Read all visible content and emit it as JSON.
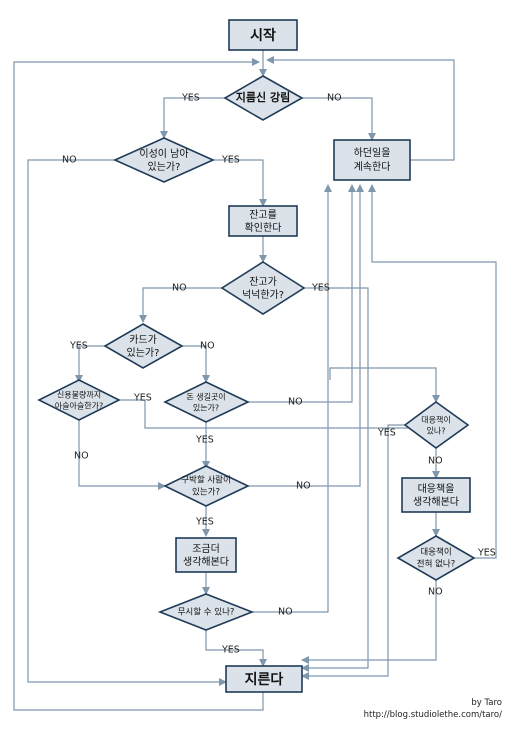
{
  "nodes": {
    "start": "시작",
    "weapon": "지름신 강림",
    "reason_1": "이성이 남아",
    "reason_2": "있는가?",
    "continue_1": "하던일을",
    "continue_2": "계속한다",
    "balance_1": "잔고를",
    "balance_2": "확인한다",
    "enough_1": "잔고가",
    "enough_2": "넉넉한가?",
    "card_1": "카드가",
    "card_2": "있는가?",
    "credit_1": "신용불량까지",
    "credit_2": "아슬아슬한가?",
    "owe_1": "돈 생길곳이",
    "owe_2": "있는가?",
    "plan_1": "대응책이",
    "plan_2": "있나?",
    "think_plan_1": "대응책을",
    "think_plan_2": "생각해본다",
    "noplan_1": "대응책이",
    "noplan_2": "전혀 없나?",
    "person_1": "구박할 사람이",
    "person_2": "있는가?",
    "think_1": "조금더",
    "think_2": "생각해본다",
    "ignore": "무시할 수 있나?",
    "buy": "지른다"
  },
  "edges": {
    "weapon_yes": "YES",
    "weapon_no": "NO",
    "reason_no": "NO",
    "reason_yes": "YES",
    "enough_no": "NO",
    "enough_yes": "YES",
    "card_yes": "YES",
    "card_no": "NO",
    "credit_yes": "YES",
    "credit_no": "NO",
    "owe_no": "NO",
    "owe_yes": "YES",
    "plan_yes": "YES",
    "plan_no": "NO",
    "noplan_yes": "YES",
    "noplan_no": "NO",
    "person_no": "NO",
    "person_yes": "YES",
    "ignore_no": "NO",
    "ignore_yes": "YES"
  },
  "credit": {
    "author": "by Taro",
    "url": "http://blog.studiolethe.com/taro/"
  },
  "colors": {
    "box_fill": "#dbe2ea",
    "box_stroke": "#1f3b57",
    "line": "#7f97ad"
  }
}
